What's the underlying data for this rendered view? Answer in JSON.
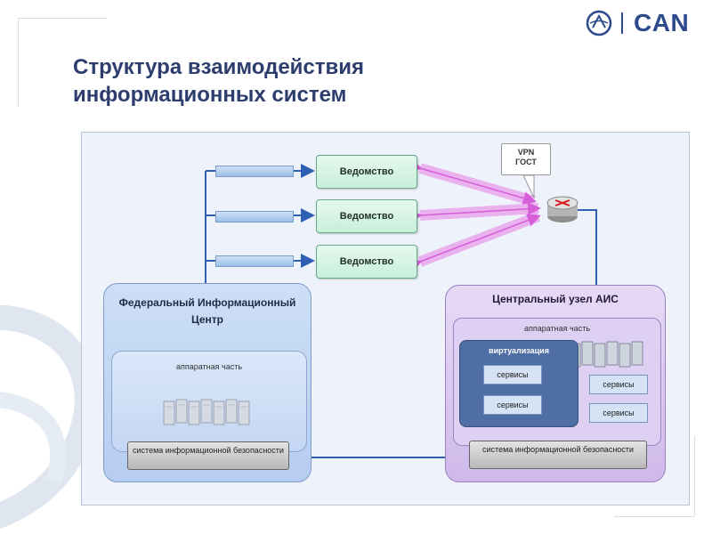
{
  "slide": {
    "title": "Структура взаимодействия информационных систем",
    "logo_text": "CAN"
  },
  "diagram": {
    "departments": [
      {
        "label": "Ведомство"
      },
      {
        "label": "Ведомство"
      },
      {
        "label": "Ведомство"
      }
    ],
    "vpn_label_1": "VPN",
    "vpn_label_2": "ГОСТ",
    "federal_center": {
      "title": "Федеральный Информационный Центр",
      "hardware_label": "аппаратная часть",
      "security_label": "система информационной безопасности"
    },
    "central_node": {
      "title": "Центральный узел АИС",
      "hardware_label": "аппаратная часть",
      "virtualization_label": "виртуализация",
      "virtual_services": [
        "сервисы",
        "сервисы"
      ],
      "services": [
        "сервисы",
        "сервисы"
      ],
      "security_label": "система информационной безопасности"
    },
    "colors": {
      "department_fill": "#c7efda",
      "tunnel": "#e8a6ec",
      "link": "#2f5fb3",
      "federal_fill": "#b6cdf0",
      "central_fill": "#cfb9ea",
      "virtualization_fill": "#4f6ea3"
    }
  }
}
